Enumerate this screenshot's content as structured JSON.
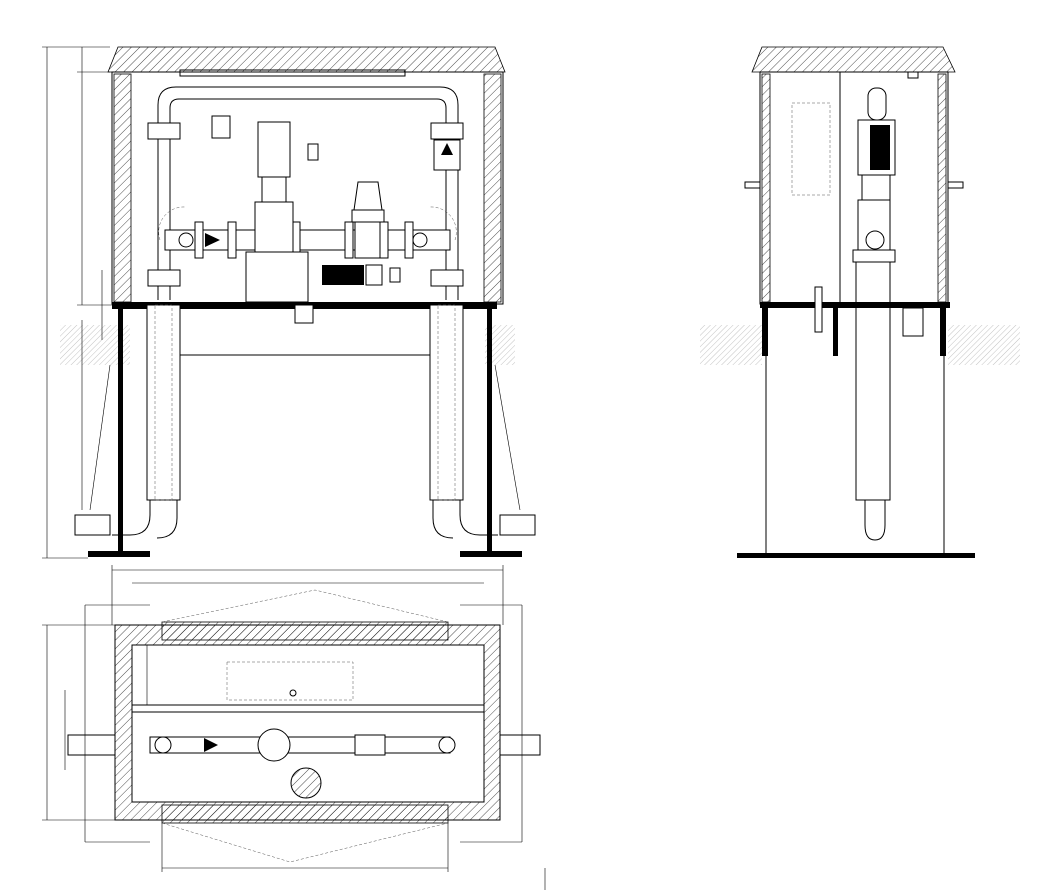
{
  "drawing": {
    "views": [
      "front-elevation",
      "side-elevation",
      "plan-view"
    ],
    "colors": {
      "line": "#000000",
      "background": "#ffffff",
      "hidden_line": "#555555"
    }
  }
}
